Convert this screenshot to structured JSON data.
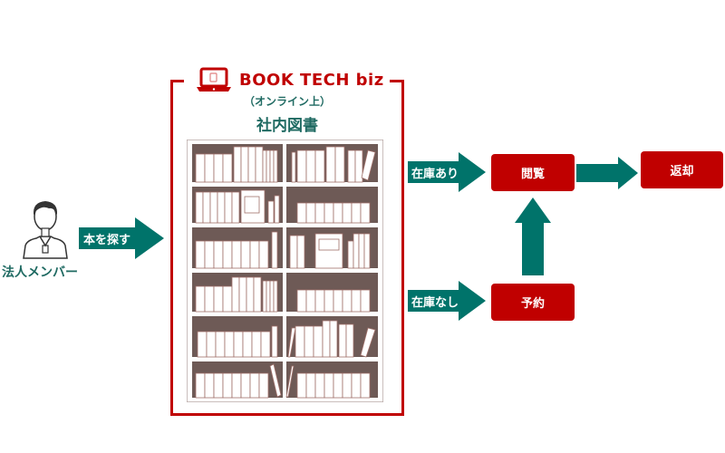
{
  "colors": {
    "accent_red": "#c00000",
    "teal": "#00736a",
    "teal_text": "#1f6a62",
    "shelf_brown": "#6e5a56"
  },
  "brand": {
    "icon": "laptop-icon",
    "title": "BOOK TECH biz",
    "subtitle": "（オンライン上）",
    "caption": "社内図書"
  },
  "actor": {
    "icon": "person-icon",
    "label": "法人メンバー"
  },
  "flow": {
    "search_arrow": "本を探す",
    "in_stock_arrow": "在庫あり",
    "out_of_stock_arrow": "在庫なし",
    "browse_box": "閲覧",
    "return_box": "返却",
    "reserve_box": "予約"
  }
}
